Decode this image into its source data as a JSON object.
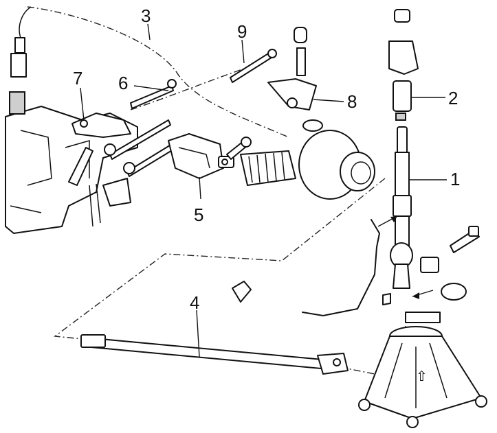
{
  "callouts": [
    {
      "id": "1",
      "label": "1"
    },
    {
      "id": "2",
      "label": "2"
    },
    {
      "id": "3",
      "label": "3"
    },
    {
      "id": "4",
      "label": "4"
    },
    {
      "id": "5",
      "label": "5"
    },
    {
      "id": "6",
      "label": "6"
    },
    {
      "id": "7",
      "label": "7"
    },
    {
      "id": "8",
      "label": "8"
    },
    {
      "id": "9",
      "label": "9"
    }
  ],
  "symbols": {
    "arrow_mark": "⇧"
  }
}
